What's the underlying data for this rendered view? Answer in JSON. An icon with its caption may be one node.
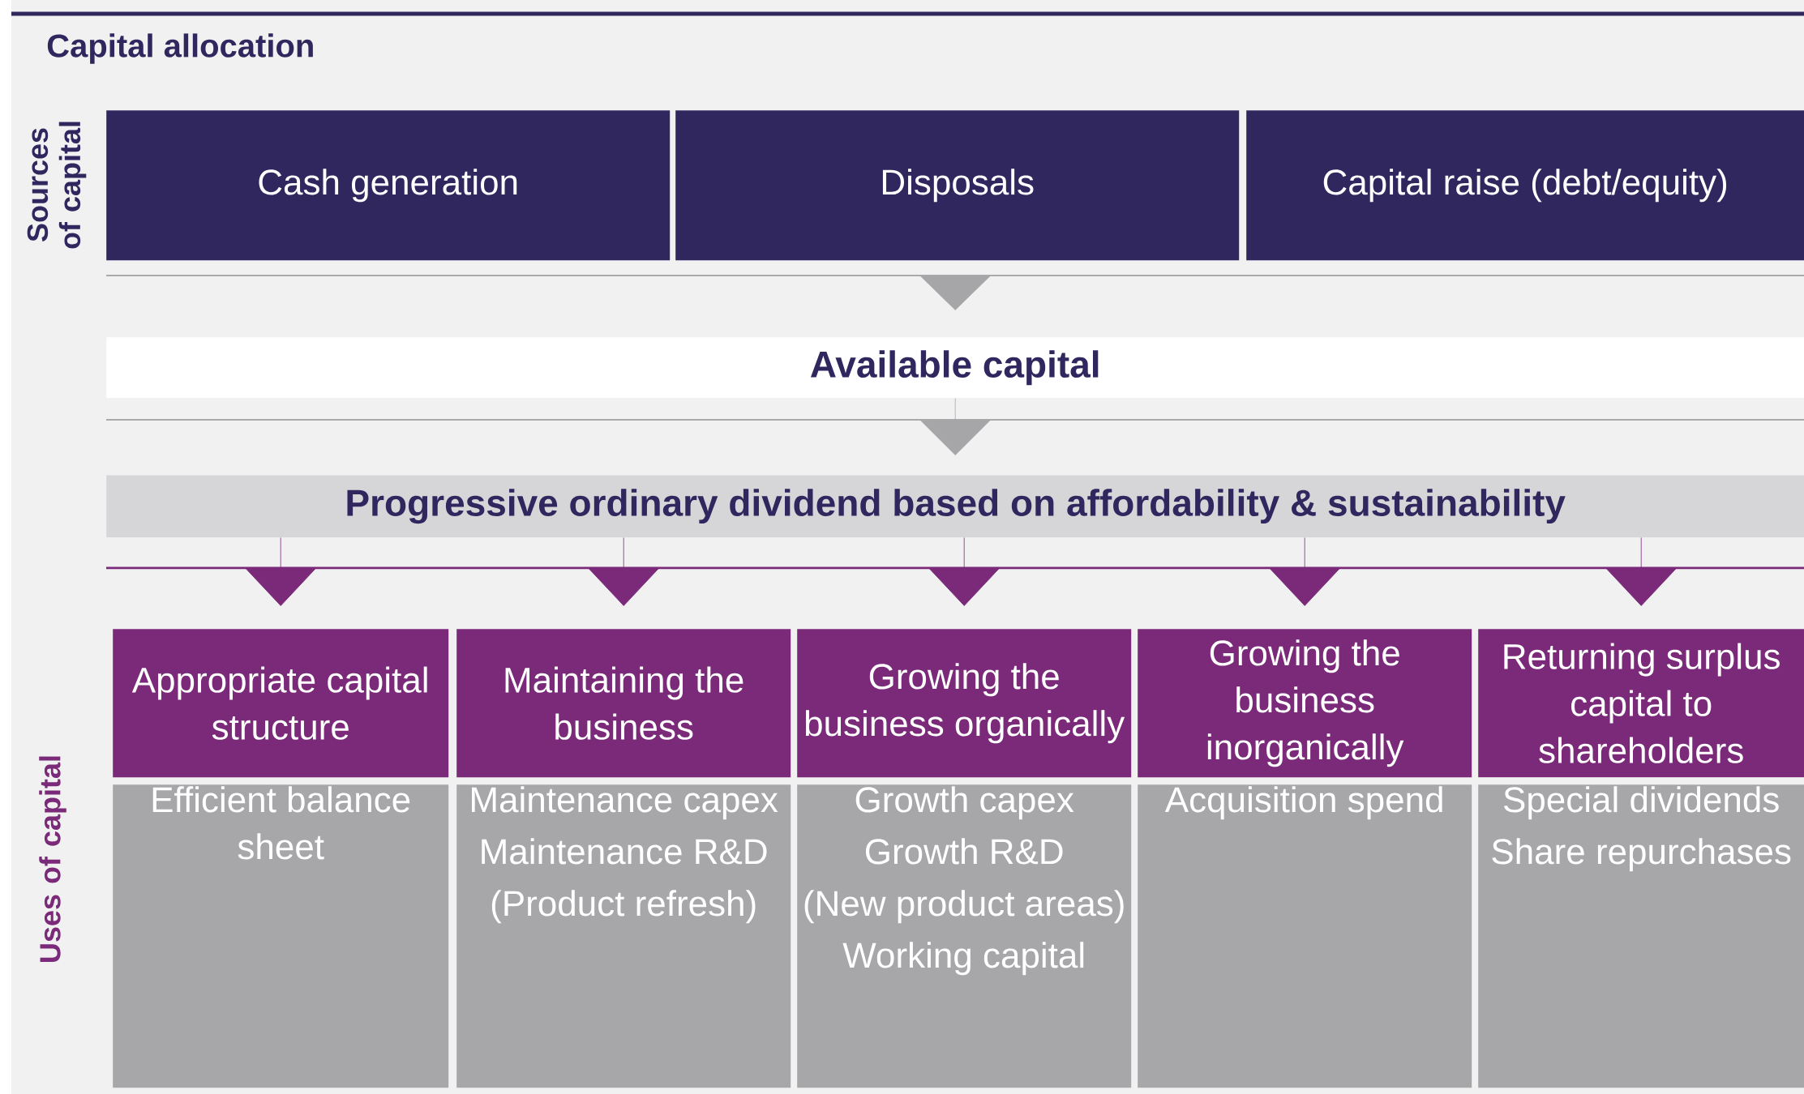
{
  "diagram": {
    "title": "Capital allocation",
    "nodes": [
      {
        "text": [
          "Cash generation"
        ]
      },
      {
        "text": [
          "Disposals"
        ]
      },
      {
        "text": [
          "Capital raise (debt/equity)"
        ]
      },
      {
        "text": [
          "Available capital"
        ]
      },
      {
        "text": [
          "Progressive ordinary dividend based on affordability & sustainability"
        ]
      },
      {
        "text": [
          "Appropriate capital structure"
        ]
      },
      {
        "text": [
          "Maintaining the business"
        ]
      },
      {
        "text": [
          "Growing the business organically"
        ]
      },
      {
        "text": [
          "Growing the business inorganically"
        ]
      },
      {
        "text": [
          "Returning surplus capital to shareholders"
        ]
      },
      {
        "text": [
          "Efficient balance sheet"
        ]
      },
      {
        "text": [
          "Maintenance capex",
          "Maintenance R&D",
          "(Product refresh)"
        ]
      },
      {
        "text": [
          "Growth capex",
          "Growth R&D",
          "(New product areas)",
          "Working capital"
        ]
      },
      {
        "text": [
          "Acquisition spend"
        ]
      },
      {
        "text": [
          "Special dividends",
          "Share repurchases"
        ]
      }
    ],
    "edges": [
      {
        "from": null,
        "to": 3,
        "arrow": "to",
        "color": "#a6a6a9"
      },
      {
        "from": 3,
        "to": 4,
        "arrow": "to",
        "color": "#a6a6a9"
      },
      {
        "from": 4,
        "to": 5,
        "arrow": "to"
      },
      {
        "from": 4,
        "to": 6,
        "arrow": "to"
      },
      {
        "from": 4,
        "to": 7,
        "arrow": "to"
      },
      {
        "from": 4,
        "to": 8,
        "arrow": "to"
      },
      {
        "from": 4,
        "to": 9,
        "arrow": "to"
      }
    ],
    "labels": [
      "Sources of capital",
      "Uses of capital"
    ]
  }
}
